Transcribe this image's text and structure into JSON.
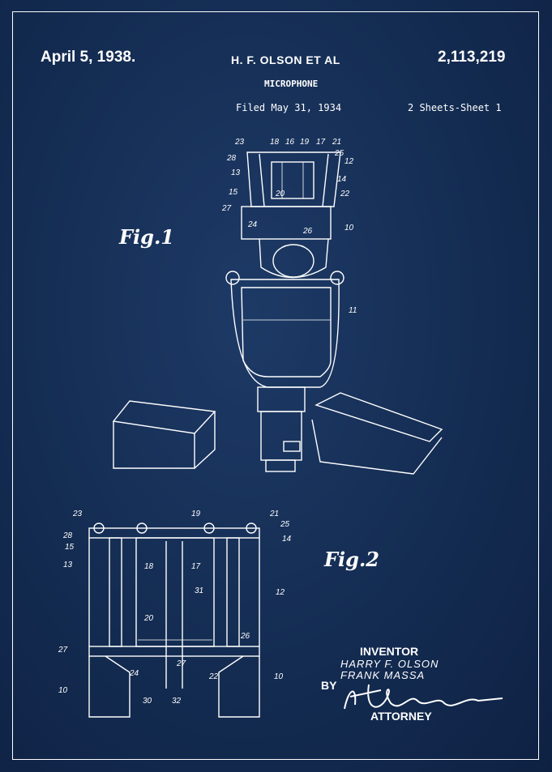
{
  "header": {
    "date": "April 5, 1938.",
    "inventors_short": "H. F. OLSON ET AL",
    "patent_number": "2,113,219",
    "title": "MICROPHONE",
    "filed": "Filed May 31, 1934",
    "sheets": "2 Sheets-Sheet 1"
  },
  "figures": {
    "fig1_label": "Fig.1",
    "fig2_label": "Fig.2",
    "fig1_refs": [
      "23",
      "18",
      "16",
      "19",
      "17",
      "21",
      "28",
      "25",
      "12",
      "13",
      "14",
      "15",
      "20",
      "22",
      "27",
      "24",
      "26",
      "10",
      "11"
    ],
    "fig2_refs": [
      "23",
      "19",
      "21",
      "28",
      "25",
      "15",
      "14",
      "13",
      "18",
      "17",
      "12",
      "31",
      "20",
      "27",
      "26",
      "27",
      "24",
      "22",
      "10",
      "30",
      "32",
      "10"
    ]
  },
  "signature_block": {
    "inventor_label": "INVENTOR",
    "inventor_1": "HARRY F. OLSON",
    "inventor_2": "FRANK MASSA",
    "by": "BY",
    "attorney_label": "ATTORNEY"
  },
  "colors": {
    "background": "#142c52",
    "ink": "#ffffff"
  }
}
